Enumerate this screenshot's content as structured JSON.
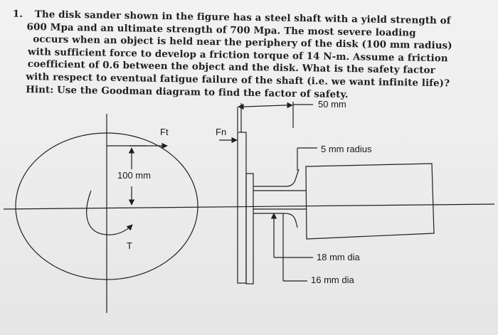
{
  "problem": {
    "number": "1.",
    "lines": [
      "The disk sander shown in the figure has a steel shaft with a yield strength of",
      "600 Mpa and an ultimate strength of 700 Mpa.  The most severe loading",
      "occurs when an object is held near the periphery of the disk (100 mm radius)",
      "with sufficient force to develop a friction torque of 14 N-m.  Assume a friction",
      "coefficient of 0.6 between the object and the disk.  What is the safety factor",
      "with respect to eventual fatigue failure of the shaft (i.e. we want infinite life)?",
      "Hint: Use the Goodman diagram to find the factor of safety."
    ]
  },
  "figure": {
    "label_50mm": "50 mm",
    "label_ft": "Ft",
    "label_fn": "Fn",
    "label_5mm_radius": "5 mm radius",
    "label_100mm": "100 mm",
    "label_t": "T",
    "label_18mm_dia": "18 mm dia",
    "label_16mm_dia": "16 mm dia"
  },
  "colors": {
    "ink": "#1f1f1f",
    "paper": "#ececec"
  }
}
